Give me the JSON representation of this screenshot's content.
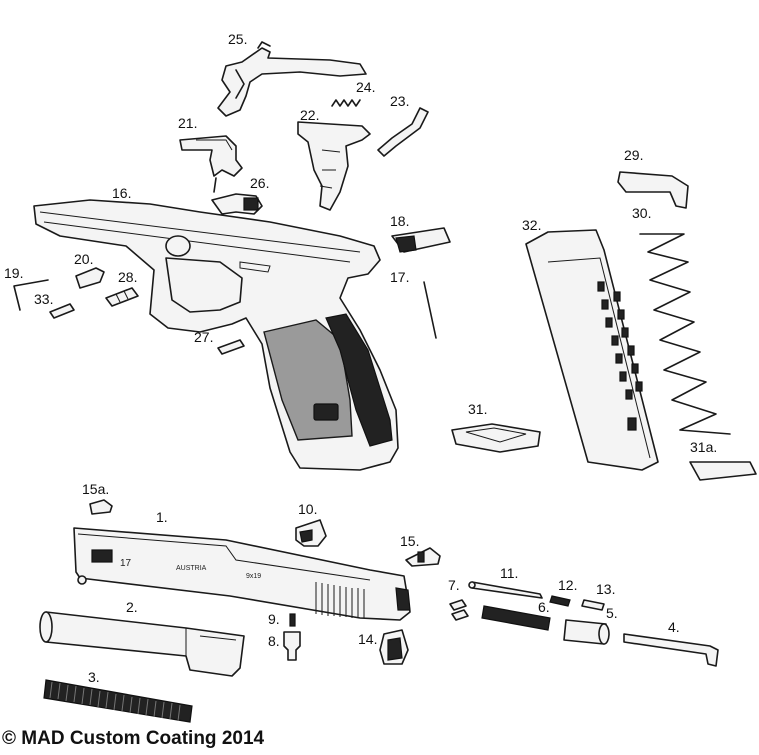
{
  "parts": [
    {
      "id": "p1",
      "label": "1."
    },
    {
      "id": "p2",
      "label": "2."
    },
    {
      "id": "p3",
      "label": "3."
    },
    {
      "id": "p4",
      "label": "4."
    },
    {
      "id": "p5",
      "label": "5."
    },
    {
      "id": "p6",
      "label": "6."
    },
    {
      "id": "p7",
      "label": "7."
    },
    {
      "id": "p8",
      "label": "8."
    },
    {
      "id": "p9",
      "label": "9."
    },
    {
      "id": "p10",
      "label": "10."
    },
    {
      "id": "p11",
      "label": "11."
    },
    {
      "id": "p12",
      "label": "12."
    },
    {
      "id": "p13",
      "label": "13."
    },
    {
      "id": "p14",
      "label": "14."
    },
    {
      "id": "p15",
      "label": "15."
    },
    {
      "id": "p15a",
      "label": "15a."
    },
    {
      "id": "p16",
      "label": "16."
    },
    {
      "id": "p17",
      "label": "17."
    },
    {
      "id": "p18",
      "label": "18."
    },
    {
      "id": "p19",
      "label": "19."
    },
    {
      "id": "p20",
      "label": "20."
    },
    {
      "id": "p21",
      "label": "21."
    },
    {
      "id": "p22",
      "label": "22."
    },
    {
      "id": "p23",
      "label": "23."
    },
    {
      "id": "p24",
      "label": "24."
    },
    {
      "id": "p25",
      "label": "25."
    },
    {
      "id": "p26",
      "label": "26."
    },
    {
      "id": "p27",
      "label": "27."
    },
    {
      "id": "p28",
      "label": "28."
    },
    {
      "id": "p29",
      "label": "29."
    },
    {
      "id": "p30",
      "label": "30."
    },
    {
      "id": "p31",
      "label": "31."
    },
    {
      "id": "p31a",
      "label": "31a."
    },
    {
      "id": "p32",
      "label": "32."
    },
    {
      "id": "p33",
      "label": "33."
    }
  ],
  "slide_markings": {
    "model": "17",
    "brand": "AUSTRIA",
    "caliber": "9x19"
  },
  "copyright": "© MAD Custom Coating 2014"
}
